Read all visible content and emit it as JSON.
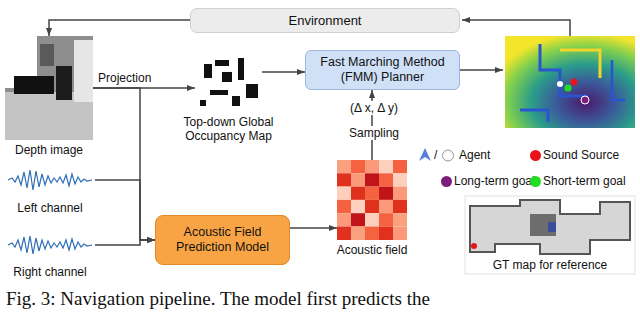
{
  "diagram": {
    "caption": "Fig. 3: Navigation pipeline. The model first predicts the",
    "nodes": [
      {
        "text": [
          "Environment"
        ]
      },
      {
        "text": [
          "Depth image"
        ]
      },
      {
        "text": [
          "Top-down Global Occupancy Map"
        ]
      },
      {
        "text": [
          "Fast Marching Method (FMM) Planner"
        ]
      },
      {
        "text": [
          "Left channel"
        ]
      },
      {
        "text": [
          "Right channel"
        ]
      },
      {
        "text": [
          "Acoustic Field Prediction Model"
        ]
      },
      {
        "text": [
          "Acoustic field"
        ]
      },
      {
        "text": [
          "GT map for reference"
        ]
      }
    ],
    "edges": [
      {
        "from": 0,
        "to": 1,
        "arrow": "to"
      },
      {
        "from": 1,
        "to": 2,
        "label": "Projection",
        "arrow": "to"
      },
      {
        "from": 2,
        "to": 3,
        "arrow": "to"
      },
      {
        "from": 1,
        "to": 6,
        "arrow": "to"
      },
      {
        "from": 4,
        "to": 6,
        "arrow": "to"
      },
      {
        "from": 5,
        "to": 6,
        "arrow": "to"
      },
      {
        "from": 6,
        "to": 7,
        "arrow": "to"
      },
      {
        "from": 7,
        "to": 3,
        "label": "Sampling",
        "arrow": "to"
      }
    ],
    "labels": [
      "(Δ x, Δ y)",
      "/"
    ],
    "legend": [
      {
        "text": "Agent"
      },
      {
        "text": "Sound Source",
        "color": "#e8141a"
      },
      {
        "text": "Long-term goal",
        "color": "#7b1f7d"
      },
      {
        "text": "Short-term goal",
        "color": "#22dd22"
      }
    ]
  }
}
